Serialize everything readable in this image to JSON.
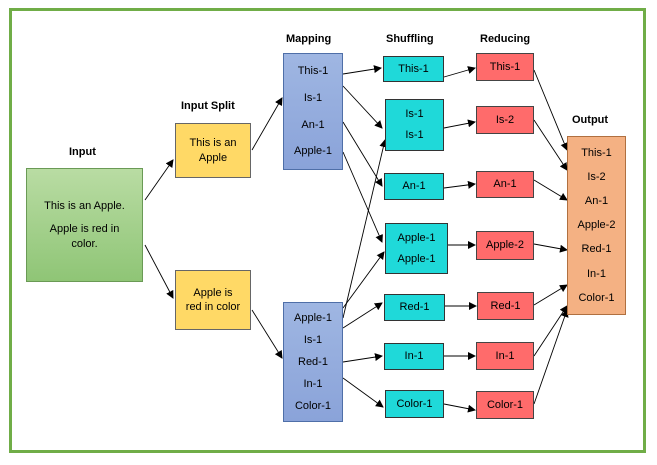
{
  "headers": {
    "input": "Input",
    "input_split": "Input Split",
    "mapping": "Mapping",
    "shuffling": "Shuffling",
    "reducing": "Reducing",
    "output": "Output"
  },
  "input": {
    "line1": "This is an Apple.",
    "line2": "Apple is red in color."
  },
  "splits": [
    "This is an Apple",
    "Apple is red in color"
  ],
  "mapping": {
    "block1": [
      "This-1",
      "Is-1",
      "An-1",
      "Apple-1"
    ],
    "block2": [
      "Apple-1",
      "Is-1",
      "Red-1",
      "In-1",
      "Color-1"
    ]
  },
  "shuffling": [
    [
      "This-1"
    ],
    [
      "Is-1",
      "Is-1"
    ],
    [
      "An-1"
    ],
    [
      "Apple-1",
      "Apple-1"
    ],
    [
      "Red-1"
    ],
    [
      "In-1"
    ],
    [
      "Color-1"
    ]
  ],
  "reducing": [
    "This-1",
    "Is-2",
    "An-1",
    "Apple-2",
    "Red-1",
    "In-1",
    "Color-1"
  ],
  "output": [
    "This-1",
    "Is-2",
    "An-1",
    "Apple-2",
    "Red-1",
    "In-1",
    "Color-1"
  ],
  "colors": {
    "frame": "#70ad47",
    "input": "#a9d18e",
    "split": "#ffd966",
    "mapping": "#8faadc",
    "shuffling": "#1fd9d9",
    "reducing": "#ff6b6b",
    "output": "#f4b183"
  }
}
